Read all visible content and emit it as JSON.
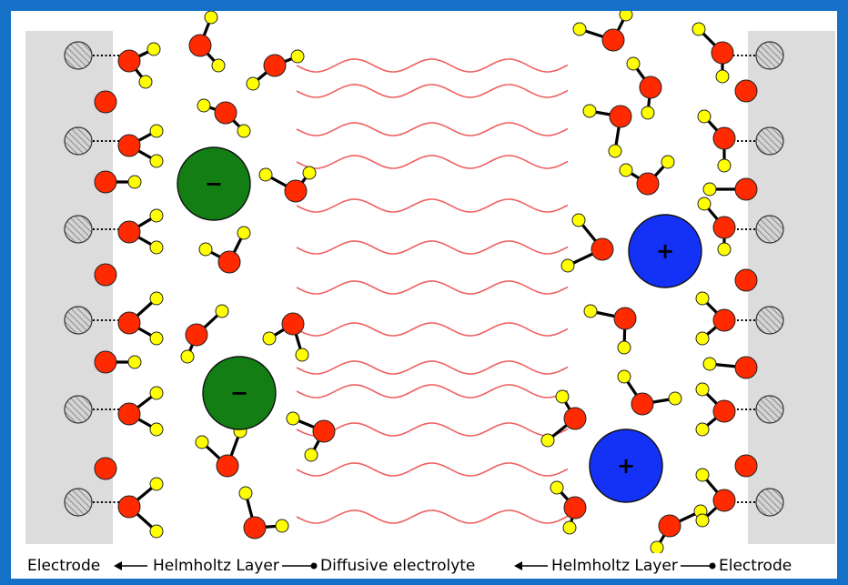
{
  "labels": {
    "electrode_left": "Electrode",
    "helmholtz_left": "Helmholtz Layer",
    "diffusive": "Diffusive electrolyte",
    "helmholtz_right": "Helmholtz Layer",
    "electrode_right": "Electrode"
  },
  "ions": {
    "anion_sign": "−",
    "cation_sign": "+"
  },
  "colors": {
    "background_border": "#1570c7",
    "electrode": "#dcdcdc",
    "oxygen": "#ff2a00",
    "hydrogen": "#ffff00",
    "anion": "#127e14",
    "cation": "#1432f5",
    "wave": "#f06060"
  }
}
